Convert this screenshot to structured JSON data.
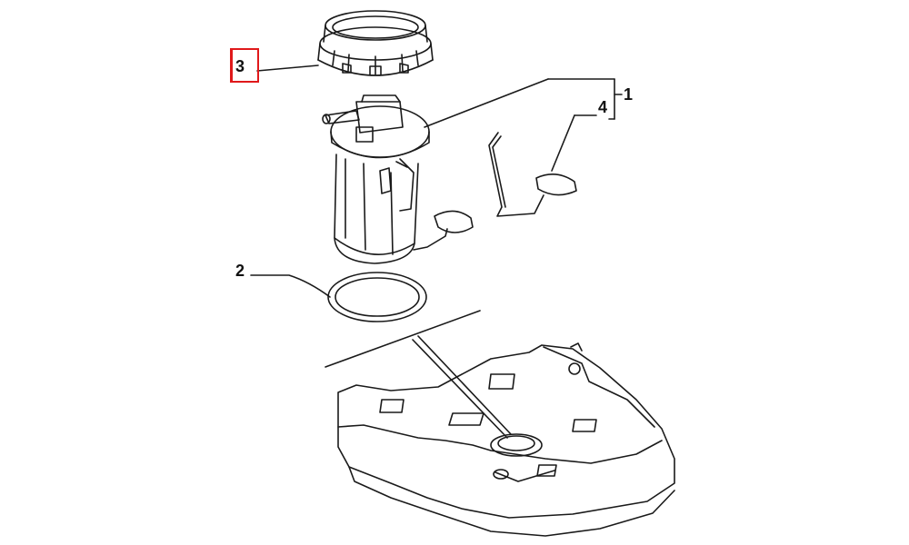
{
  "callouts": {
    "c1": "1",
    "c2": "2",
    "c3": "3",
    "c4": "4"
  },
  "highlight": {
    "target": "3",
    "color": "#e0191b"
  }
}
